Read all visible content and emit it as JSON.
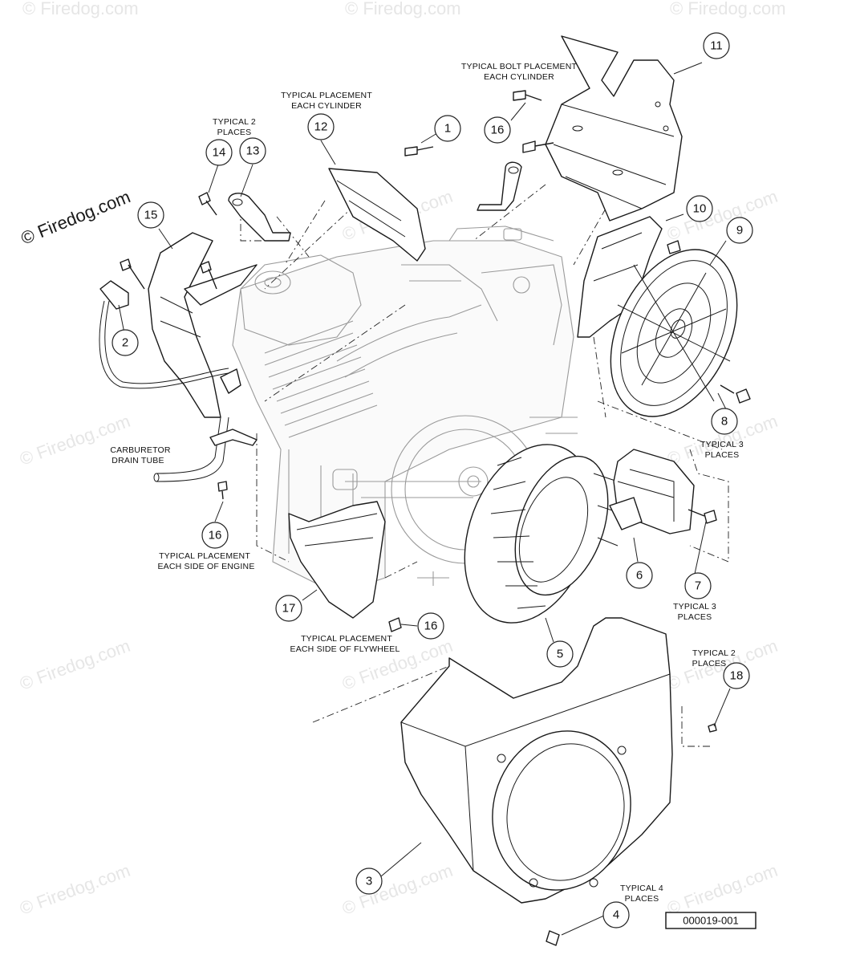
{
  "copyright": "© Firedog.com",
  "watermark": "© Firedog.com",
  "drawing_number": "000019-001",
  "callouts": {
    "c1": "1",
    "c2": "2",
    "c3": "3",
    "c4": "4",
    "c5": "5",
    "c6": "6",
    "c7": "7",
    "c8": "8",
    "c9": "9",
    "c10": "10",
    "c11": "11",
    "c12": "12",
    "c13": "13",
    "c14": "14",
    "c15": "15",
    "c16a": "16",
    "c16b": "16",
    "c16c": "16",
    "c17": "17",
    "c18": "18"
  },
  "notes": {
    "bolt_cyl_1": "TYPICAL BOLT PLACEMENT",
    "bolt_cyl_2": "EACH CYLINDER",
    "place_cyl_1": "TYPICAL PLACEMENT",
    "place_cyl_2": "EACH CYLINDER",
    "two_places_top_1": "TYPICAL 2",
    "two_places_top_2": "PLACES",
    "carb_1": "CARBURETOR",
    "carb_2": "DRAIN TUBE",
    "side_engine_1": "TYPICAL PLACEMENT",
    "side_engine_2": "EACH SIDE OF ENGINE",
    "side_flywheel_1": "TYPICAL PLACEMENT",
    "side_flywheel_2": "EACH SIDE OF FLYWHEEL",
    "three_places_8_1": "TYPICAL 3",
    "three_places_8_2": "PLACES",
    "three_places_7_1": "TYPICAL 3",
    "three_places_7_2": "PLACES",
    "two_places_18_1": "TYPICAL 2",
    "two_places_18_2": "PLACES",
    "four_places_1": "TYPICAL 4",
    "four_places_2": "PLACES"
  },
  "colors": {
    "line": "#1a1a1a",
    "ghost": "#9a9a9a",
    "watermark": "#e6e6e6"
  }
}
